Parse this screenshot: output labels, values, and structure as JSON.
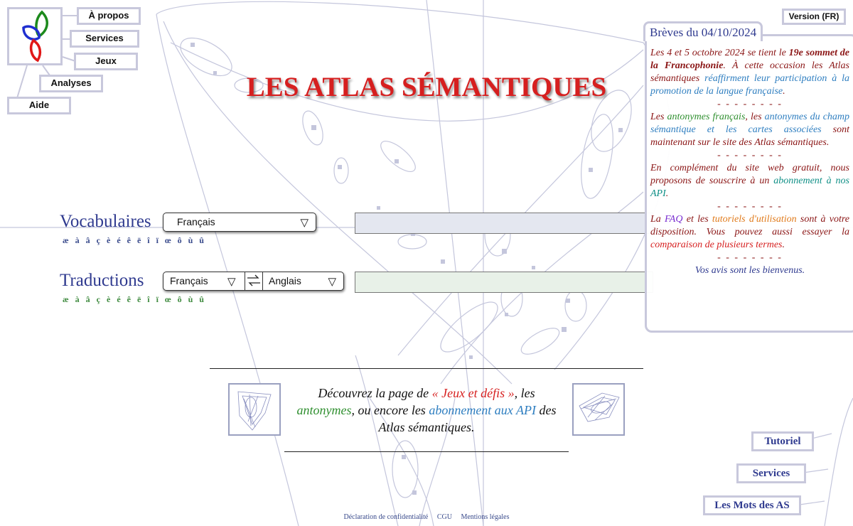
{
  "site": {
    "title": "LES ATLAS SÉMANTIQUES"
  },
  "top_nav": {
    "apropos": "À propos",
    "services": "Services",
    "jeux": "Jeux",
    "analyses": "Analyses",
    "aide": "Aide"
  },
  "version_button": "Version (FR)",
  "vocabulaires": {
    "label": "Vocabulaires",
    "language": "Français",
    "chars": "æ à â ç è é ê ë î ï œ ô ù û"
  },
  "traductions": {
    "label": "Traductions",
    "source_language": "Français",
    "target_language": "Anglais",
    "chars": "æ à â ç è é ê ë î ï œ ô ù û"
  },
  "news": {
    "title": "Brèves du 04/10/2024",
    "p1": {
      "a": "Les 4 et 5 octobre 2024 se tient le ",
      "b": "19e sommet de la Francophonie",
      "c": ". À cette occasion les Atlas sémantiques ",
      "link": "réaffirment leur participation à la promotion de la langue française",
      "d": "."
    },
    "separator": "- - - - - - - -",
    "p2": {
      "a": "Les ",
      "link1": "antonymes français",
      "b": ", les ",
      "link2": "antonymes du champ sémantique et les cartes associées",
      "c": " sont maintenant sur le site des Atlas sémantiques."
    },
    "p3": {
      "a": "En complément du site web gratuit, nous proposons de souscrire à un ",
      "link": "abonnement à nos API",
      "b": "."
    },
    "p4": {
      "a": "La ",
      "link1": "FAQ",
      "b": " et les ",
      "link2": "tutoriels d'utilisation",
      "c": " sont à votre disposition. Vous pouvez aussi essayer la ",
      "link3": "comparaison de plusieurs termes",
      "d": "."
    },
    "footer": "Vos avis sont les bienvenus."
  },
  "promo": {
    "a": "Découvrez la page de ",
    "link1": "« Jeux et défis »",
    "b": ", les ",
    "link2": "antonymes",
    "c": ", ou encore les ",
    "link3": "abonnement aux API",
    "d": " des Atlas sémantiques."
  },
  "right_nav": {
    "tutoriel": "Tutoriel",
    "services": "Services",
    "mots": "Les Mots des AS"
  },
  "footer": {
    "privacy": "Déclaration de confidentialité",
    "cgu": "CGU",
    "legal": "Mentions légales"
  },
  "colors": {
    "title_red": "#d61f1f",
    "label_blue": "#2f3a8f",
    "box_border": "#c8c8dc",
    "vocab_input_bg": "#e4e7f0",
    "trad_input_bg": "#e8f1e8"
  },
  "icons": [
    "logo-icon",
    "dropdown-arrow-icon",
    "swap-languages-icon",
    "semantic-map-thumbnail"
  ]
}
